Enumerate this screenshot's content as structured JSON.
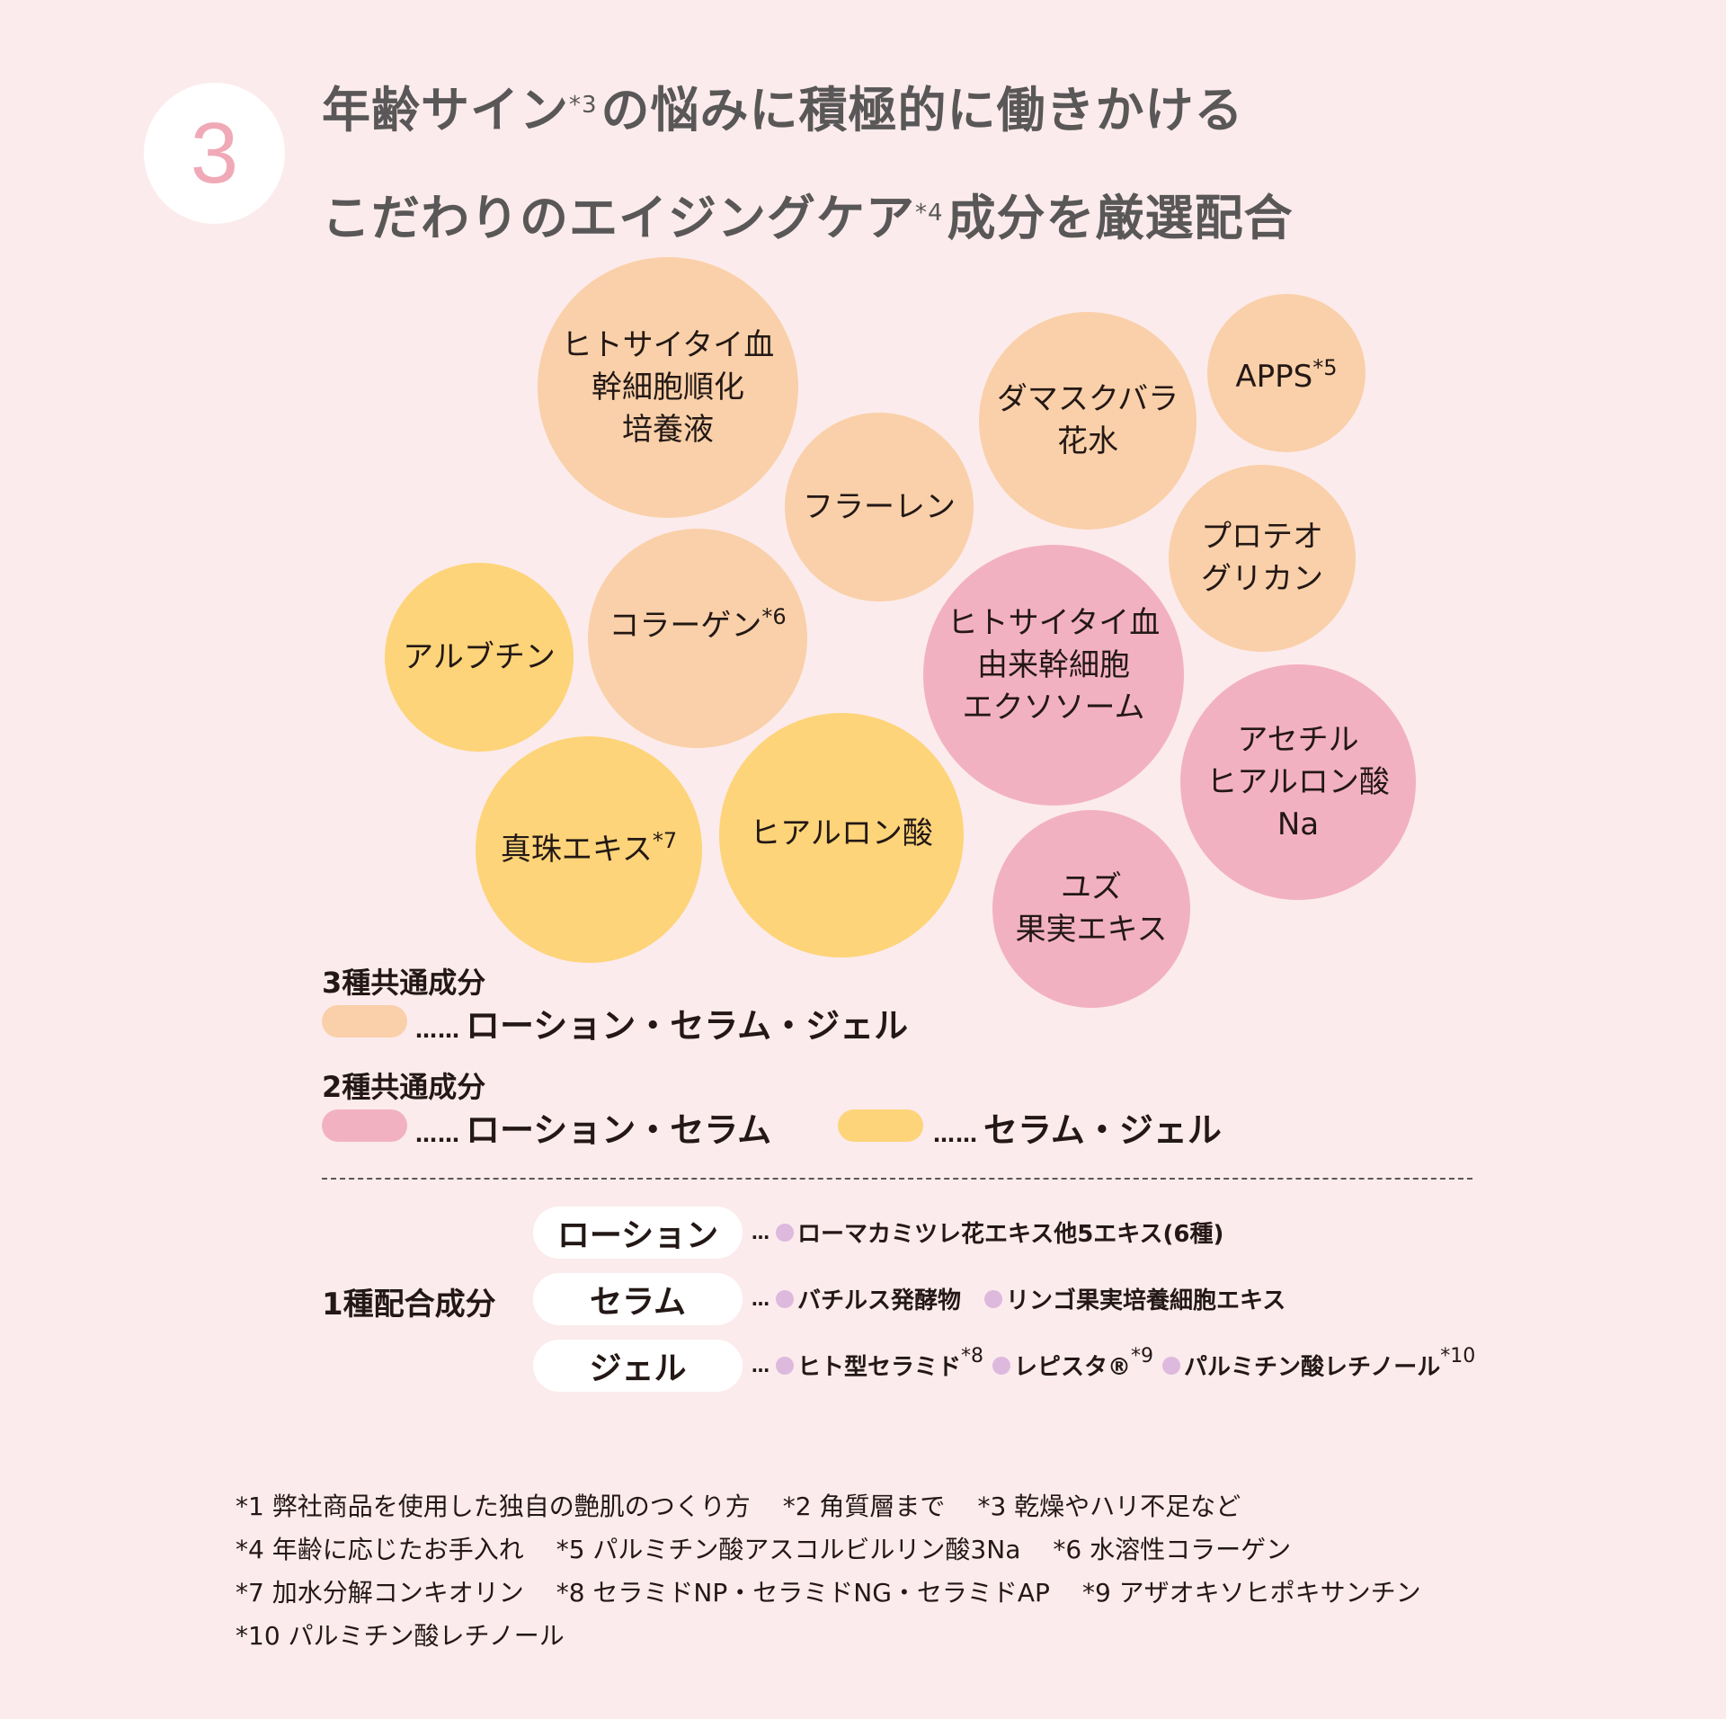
{
  "header": {
    "badge_number": "3",
    "title_line1_a": "年齢サイン",
    "title_line1_note": "*3",
    "title_line1_b": "の悩みに積極的に働きかける",
    "title_line2_a": "こだわりのエイジングケア",
    "title_line2_note": "*4",
    "title_line2_b": "成分を厳選配合"
  },
  "colors": {
    "background": "#fcebec",
    "three_common": "#f9d0a9",
    "lotion_serum": "#f2b1c1",
    "serum_gel": "#fdd479",
    "badge_number": "#f0a9b7",
    "title_text": "#595757",
    "bullet": "#ddb9de"
  },
  "bubbles": [
    {
      "label": "ヒトサイタイ血\n幹細胞順化\n培養液",
      "note": "",
      "group": "three_common"
    },
    {
      "label": "フラーレン",
      "note": "",
      "group": "three_common"
    },
    {
      "label": "ダマスクバラ\n花水",
      "note": "",
      "group": "three_common"
    },
    {
      "label": "APPS",
      "note": "*5",
      "group": "three_common"
    },
    {
      "label": "プロテオ\nグリカン",
      "note": "",
      "group": "three_common"
    },
    {
      "label": "コラーゲン",
      "note": "*6",
      "group": "three_common"
    },
    {
      "label": "アルブチン",
      "note": "",
      "group": "serum_gel"
    },
    {
      "label": "真珠エキス",
      "note": "*7",
      "group": "serum_gel"
    },
    {
      "label": "ヒアルロン酸",
      "note": "",
      "group": "serum_gel"
    },
    {
      "label": "ヒトサイタイ血\n由来幹細胞\nエクソソーム",
      "note": "",
      "group": "lotion_serum"
    },
    {
      "label": "アセチル\nヒアルロン酸\nNa",
      "note": "",
      "group": "lotion_serum"
    },
    {
      "label": "ユズ\n果実エキス",
      "note": "",
      "group": "lotion_serum"
    }
  ],
  "legend": {
    "three_heading": "3種共通成分",
    "three_dots": "……",
    "three_label": "ローション・セラム・ジェル",
    "two_heading": "2種共通成分",
    "two_a_dots": "……",
    "two_a_label": "ローション・セラム",
    "two_b_dots": "……",
    "two_b_label": "セラム・ジェル"
  },
  "single": {
    "heading": "1種配合成分",
    "lead": "…",
    "rows": [
      {
        "product": "ローション",
        "items": [
          {
            "name": "ローマカミツレ花エキス他5エキス(6種)",
            "note": ""
          }
        ]
      },
      {
        "product": "セラム",
        "items": [
          {
            "name": "バチルス発酵物",
            "note": ""
          },
          {
            "name": "リンゴ果実培養細胞エキス",
            "note": ""
          }
        ]
      },
      {
        "product": "ジェル",
        "items": [
          {
            "name": "ヒト型セラミド",
            "note": "*8"
          },
          {
            "name": "レピスタ®",
            "note": "*9"
          },
          {
            "name": "パルミチン酸レチノール",
            "note": "*10"
          }
        ]
      }
    ]
  },
  "footnotes": [
    [
      "*1 弊社商品を使用した独自の艶肌のつくり方",
      "*2 角質層まで",
      "*3 乾燥やハリ不足など"
    ],
    [
      "*4 年齢に応じたお手入れ",
      "*5 パルミチン酸アスコルビルリン酸3Na",
      "*6 水溶性コラーゲン"
    ],
    [
      "*7 加水分解コンキオリン",
      "*8 セラミドNP・セラミドNG・セラミドAP",
      "*9 アザオキソヒポキサンチン"
    ],
    [
      "*10 パルミチン酸レチノール"
    ]
  ]
}
